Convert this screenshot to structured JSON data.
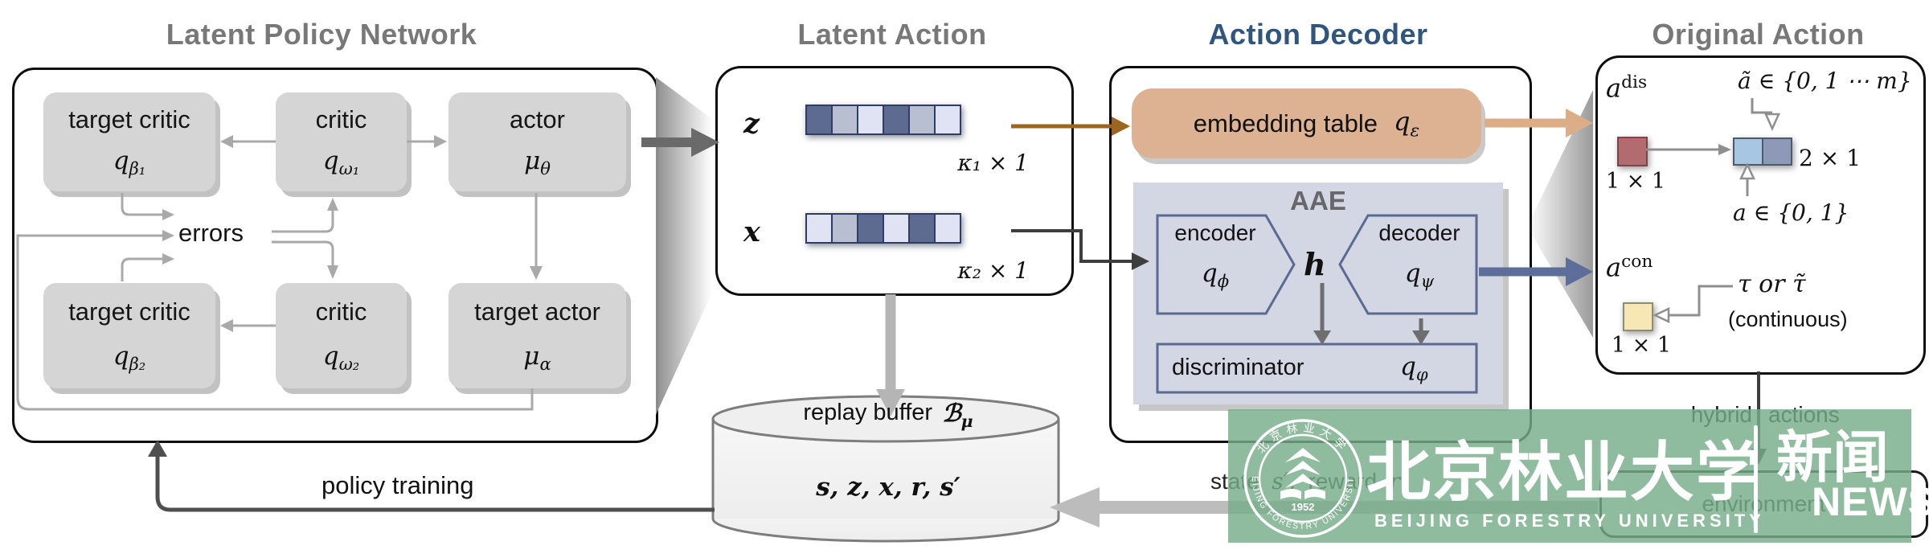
{
  "panels": {
    "latent_policy": {
      "title": "Latent Policy Network"
    },
    "latent_action": {
      "title": "Latent Action"
    },
    "action_decoder": {
      "title": "Action Decoder"
    },
    "original_action": {
      "title": "Original Action"
    }
  },
  "colors": {
    "action_decoder_title": "#30567e",
    "gray_title": "#787878",
    "node_fill": "#d5d5d5",
    "embedding_fill": "#dcb293",
    "aae_fill": "#d3d7e4",
    "cell_dark": "#5e6b90",
    "cell_mid": "#b8bfd1",
    "cell_light": "#dfe3f3",
    "discrete_square": "#b26b6e",
    "continuous_square": "#f6e7b4",
    "pair_cell_blue": "#a6c6e3",
    "pair_cell_slate": "#8d99b6",
    "brown_arrow": "#9c6520",
    "tan_arrow": "#dcae88",
    "blue_arrow": "#5d6e9a",
    "watermark_green": "#76ac8a"
  },
  "policy_network": {
    "errors_label": "errors",
    "nodes": {
      "target_critic_1": {
        "label": "target critic",
        "math": {
          "base": "q",
          "sub": "β₁"
        }
      },
      "critic_1": {
        "label": "critic",
        "math": {
          "base": "q",
          "sub": "ω₁"
        }
      },
      "actor": {
        "label": "actor",
        "math": {
          "base": "μ",
          "sub": "θ"
        }
      },
      "target_critic_2": {
        "label": "target critic",
        "math": {
          "base": "q",
          "sub": "β₂"
        }
      },
      "critic_2": {
        "label": "critic",
        "math": {
          "base": "q",
          "sub": "ω₂"
        }
      },
      "target_actor": {
        "label": "target actor",
        "math": {
          "base": "μ",
          "sub": "α"
        }
      }
    }
  },
  "latent_action": {
    "z_label": "z",
    "x_label": "x",
    "z_dim": "κ₁ × 1",
    "x_dim": "κ₂ × 1",
    "z_cells": [
      "dark",
      "mid",
      "light",
      "dark",
      "mid",
      "light"
    ],
    "x_cells": [
      "light",
      "mid",
      "dark",
      "light",
      "dark",
      "light"
    ]
  },
  "action_decoder": {
    "embedding": {
      "label": "embedding table",
      "math": {
        "base": "q",
        "sub": "ε"
      }
    },
    "aae_label": "AAE",
    "encoder": {
      "label": "encoder",
      "math": {
        "base": "q",
        "sub": "ϕ"
      }
    },
    "decoder": {
      "label": "decoder",
      "math": {
        "base": "q",
        "sub": "ψ"
      }
    },
    "h_label": "h",
    "discriminator": {
      "label": "discriminator",
      "math": {
        "base": "q",
        "sub": "φ"
      }
    }
  },
  "original_action": {
    "a_dis": {
      "base": "a",
      "sup": "dis"
    },
    "a_con": {
      "base": "a",
      "sup": "con"
    },
    "dis_size": "1 × 1",
    "con_size": "1 × 1",
    "pair_size": "2 × 1",
    "a_tilde_set": "ã ∈ {0, 1 ⋯ m}",
    "a_set": "a ∈ {0, 1}",
    "tau": "τ  or  τ̃",
    "continuous": "(continuous)"
  },
  "replay_buffer": {
    "label": "replay buffer",
    "math": {
      "base": "ℬ",
      "sub": "μ"
    },
    "contents": "s, z, x, r, s′"
  },
  "flow": {
    "policy_training": "policy training",
    "state_word": "state",
    "s_prime": "s′,",
    "reward_word": "reward",
    "r_sym": "r",
    "hybrid_left": "hybrid",
    "hybrid_right": "actions",
    "environment": "environment"
  },
  "watermark": {
    "university_cn": "北京林业大学",
    "university_en": "BEIJING FORESTRY UNIVERSITY",
    "news_cn": "新闻",
    "news_en": "NEWS",
    "seal_cn": "北京林业大学",
    "seal_en": "BEIJING FORESTRY UNIVERSITY",
    "seal_year": "1952"
  }
}
